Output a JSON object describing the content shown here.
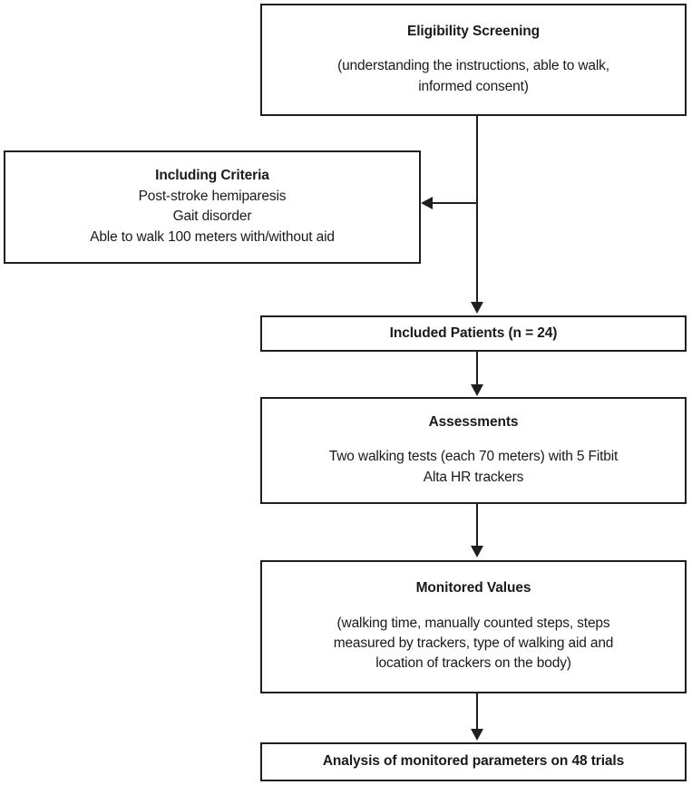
{
  "diagram": {
    "type": "flowchart",
    "orientation": "top-to-bottom",
    "accent_color": "#1f1f1f",
    "background_color": "#ffffff",
    "nodes": [
      {
        "id": "eligibility",
        "title": "Eligibility Screening",
        "lines": [
          "(understanding the instructions, able to walk,",
          "informed consent)"
        ]
      },
      {
        "id": "criteria",
        "title": "Including Criteria",
        "lines": [
          "Post-stroke hemiparesis",
          "Gait disorder",
          "Able to walk 100 meters with/without aid"
        ]
      },
      {
        "id": "included",
        "title": "Included Patients (n = 24)",
        "lines": []
      },
      {
        "id": "assessments",
        "title": "Assessments",
        "lines": [
          "Two walking tests (each 70 meters) with 5 Fitbit",
          "Alta HR trackers"
        ]
      },
      {
        "id": "monitored",
        "title": "Monitored Values",
        "lines": [
          "(walking time, manually counted steps, steps",
          "measured by trackers, type of walking aid and",
          "location of trackers on the body)"
        ]
      },
      {
        "id": "analysis",
        "title": "Analysis of monitored parameters on 48 trials",
        "lines": []
      }
    ],
    "edges": [
      {
        "from": "eligibility",
        "to": "included",
        "arrow": "down"
      },
      {
        "from": "eligibility",
        "to": "criteria",
        "arrow": "left"
      },
      {
        "from": "included",
        "to": "assessments",
        "arrow": "down"
      },
      {
        "from": "assessments",
        "to": "monitored",
        "arrow": "down"
      },
      {
        "from": "monitored",
        "to": "analysis",
        "arrow": "down"
      }
    ]
  }
}
